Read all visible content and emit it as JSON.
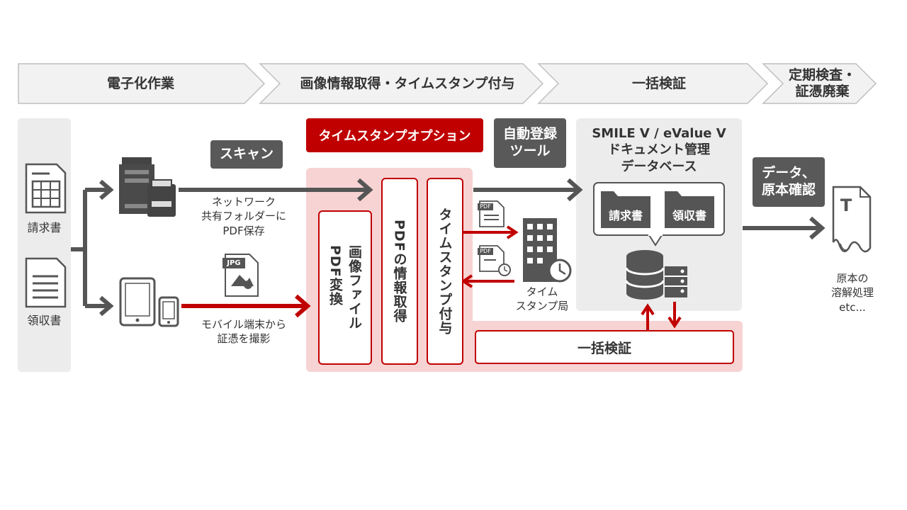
{
  "phases": [
    "電子化作業",
    "画像情報取得・タイムスタンプ付与",
    "一括検証",
    "定期検査・\n証憑廃棄"
  ],
  "documents": {
    "invoice": "請求書",
    "receipt": "領収書"
  },
  "labels": {
    "scan": "スキャン",
    "timestamp_option": "タイムスタンプオプション",
    "auto_register": "自動登録\nツール",
    "data_confirm": "データ、\n原本確認"
  },
  "captions": {
    "network": "ネットワーク\n共有フォルダーに\nPDF保存",
    "mobile": "モバイル端末から\n証憑を撮影",
    "tsa": "タイム\nスタンプ局",
    "dissolve": "原本の\n溶解処理\netc..."
  },
  "icon_text": {
    "jpg": "JPG",
    "pdf": "PDF",
    "t": "T"
  },
  "process_steps": [
    "画像ファイル\nPDF変換",
    "PDFの情報取得",
    "タイムスタンプ付与"
  ],
  "db": {
    "title": "SMILE V / eValue V\nドキュメント管理\nデータベース",
    "folders": [
      "請求書",
      "領収書"
    ]
  },
  "batch_verify": "一括検証",
  "colors": {
    "accent_red": "#c00000",
    "dark_gray": "#595959",
    "panel_gray": "#eeeeee",
    "pink": "#f7d3d3"
  }
}
